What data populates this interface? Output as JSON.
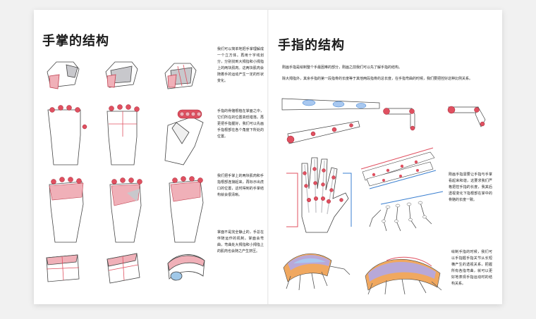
{
  "left_page": {
    "title": "手掌的结构",
    "paragraphs": [
      "我们可以简单地把手掌理解成一个立方体。再用十字线划分，分别找到大拇指和小拇指上的两块肌肉。这两块肌肉会随着手的运动产生一定的形状变化。",
      "手指的骨骼根植在掌面之中，它们所在的位置高低错落。再更把手指握好，我们可以先画手指根部在各个角度下所处的位置。",
      "我们把手掌上的两块肌肉和手指根部连接起来，再标示出虎口的位置，这时得到的手掌结构就会很清晰。",
      "掌面不是完全静止的，手总在伴随运作的机制。掌面会弯曲，弯曲处大拇指和小拇指上的肌肉也会随之产生挤压。"
    ]
  },
  "right_page": {
    "title": "手指的结构",
    "intro": [
      "刚画手指是绘制整个手最困难的部分，刚画之前我们可以先了解手指的结构。",
      "除大拇指外，其余手指的第一段指骨的长度等于其他两段指骨的总长度，在手指弯曲的时候，我们要把控好这种比例关系。"
    ],
    "paragraphs": [
      "刚画手指需要让手指与手掌看起来和谐，这要求我们严格把控手指的长度，我其后透视变化下指根部在掌中的骨骼的长度一致。",
      "绘制手指的时候，我们可以手指握手指关节从长短横产生的透视关系，把握所有各指弯曲，就可以更好地表现手指运动时的结构关系。"
    ]
  },
  "colors": {
    "accent_red": "#e05060",
    "pink_fill": "#f0b0b8",
    "blue_line": "#3a7fd0",
    "orange_fill": "#f0a860",
    "purple_fill": "#b8a8d8",
    "skin_gray": "#c8c8cc"
  }
}
